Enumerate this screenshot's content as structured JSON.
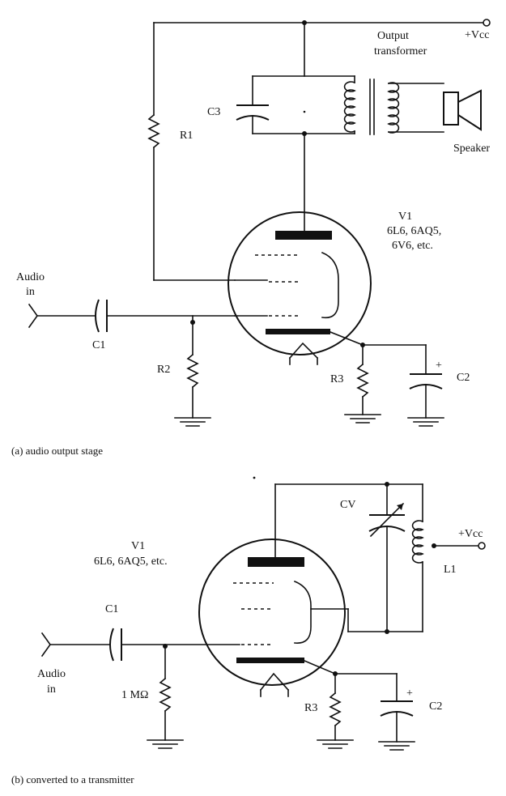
{
  "figure_a": {
    "caption": "(a) audio output stage",
    "labels": {
      "vcc": "+Vcc",
      "transformer_line1": "Output",
      "transformer_line2": "transformer",
      "speaker": "Speaker",
      "c3": "C3",
      "r1": "R1",
      "v1": "V1",
      "v1_types_line1": "6L6, 6AQ5,",
      "v1_types_line2": "6V6, etc.",
      "audio_line1": "Audio",
      "audio_line2": "in",
      "c1": "C1",
      "r2": "R2",
      "r3": "R3",
      "c2": "C2",
      "plus": "+"
    }
  },
  "figure_b": {
    "caption": "(b) converted to a transmitter",
    "labels": {
      "cv": "CV",
      "vcc": "+Vcc",
      "l1": "L1",
      "v1": "V1",
      "v1_types": "6L6, 6AQ5, etc.",
      "c1": "C1",
      "audio_line1": "Audio",
      "audio_line2": "in",
      "r_grid": "1 MΩ",
      "r3": "R3",
      "c2": "C2",
      "plus": "+"
    }
  }
}
